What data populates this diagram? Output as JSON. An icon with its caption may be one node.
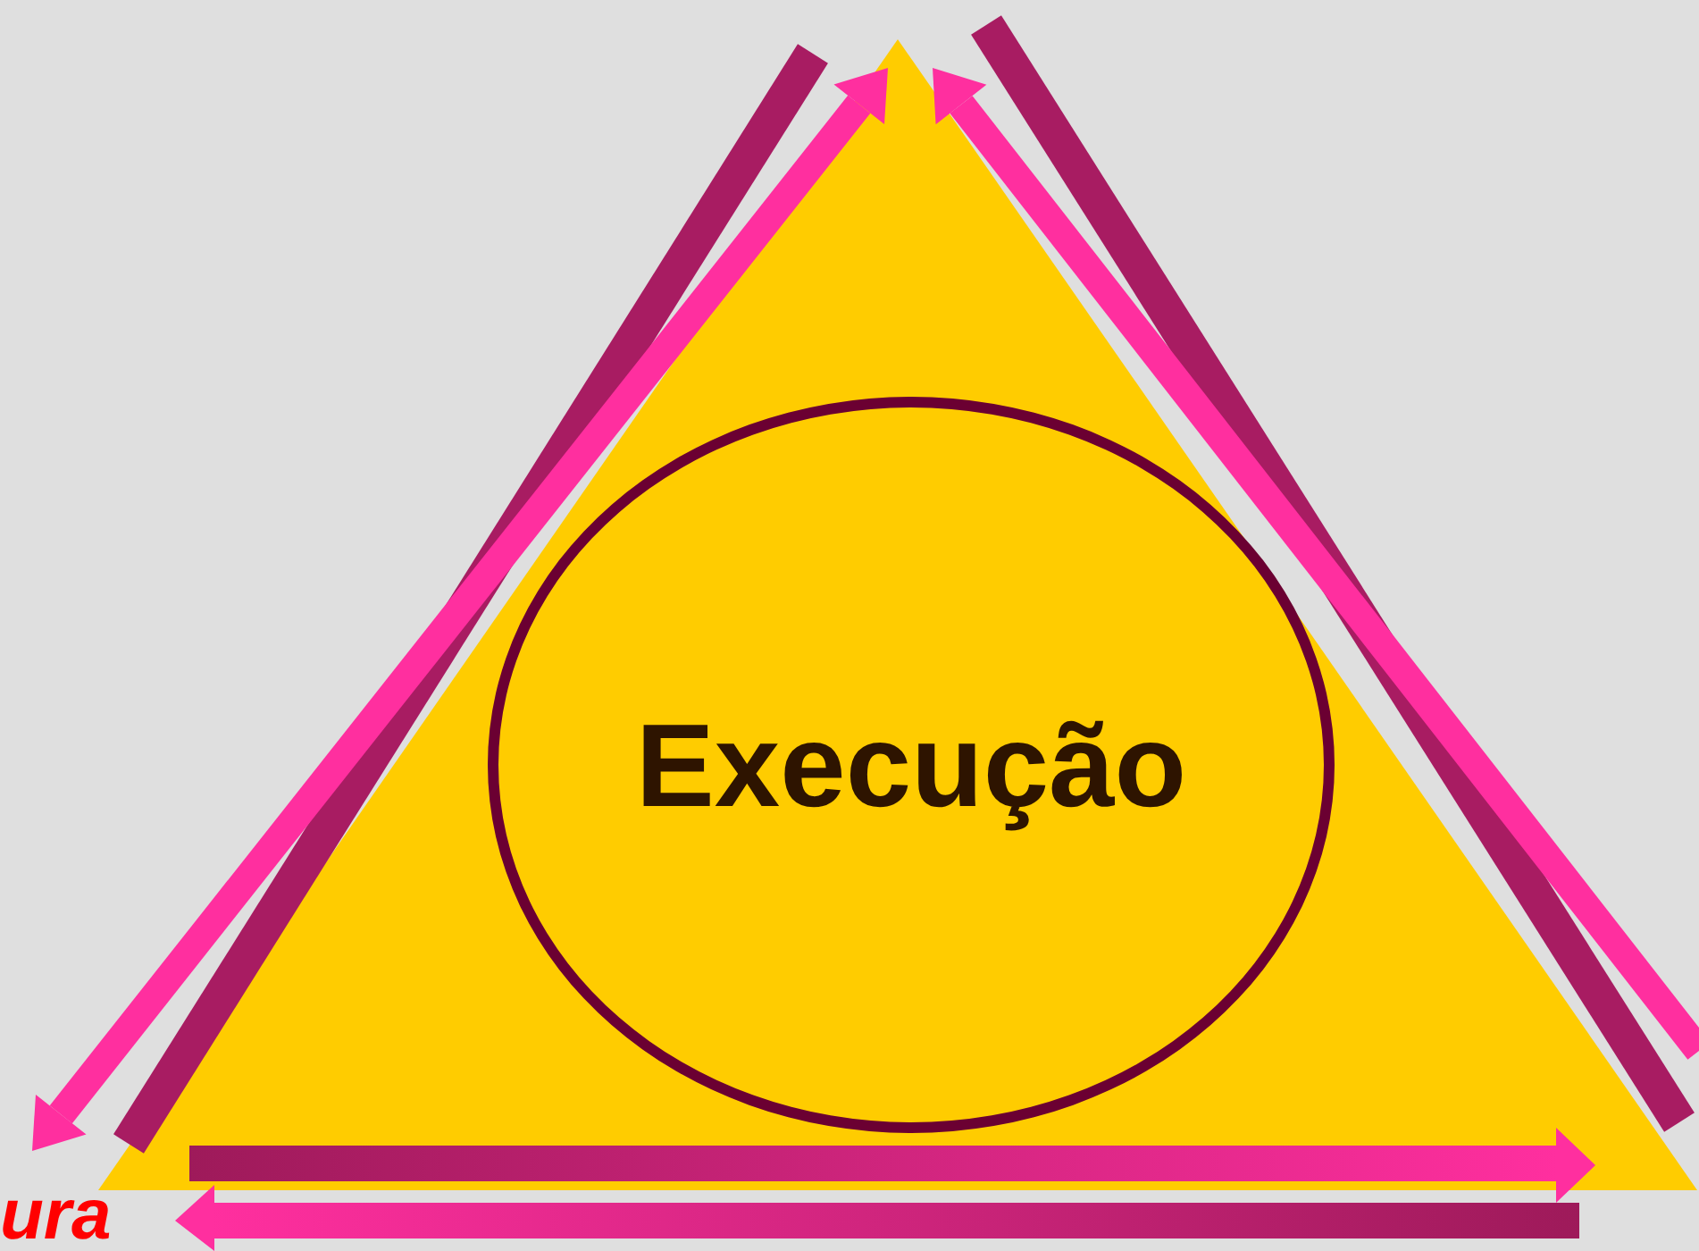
{
  "diagram": {
    "nodes": [
      {
        "text": [],
        "shape": "triangle"
      },
      {
        "text": [
          "Execução"
        ],
        "in": 0
      }
    ],
    "labels": [
      "ura"
    ]
  }
}
